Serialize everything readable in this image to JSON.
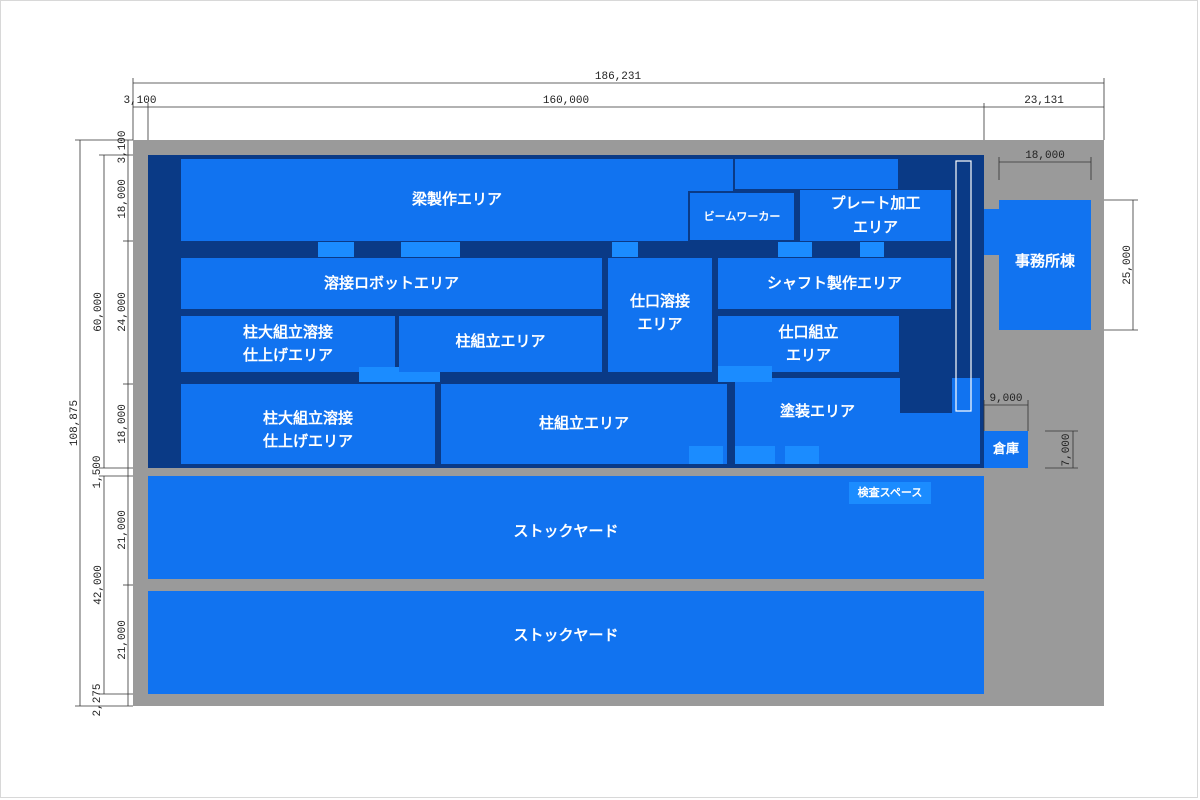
{
  "colors": {
    "site": "#9a9a9a",
    "building_dark": "#0a3a86",
    "zone": "#1173f0",
    "zone_light": "#1b8cff",
    "dim_line": "#333333",
    "label": "#ffffff"
  },
  "dimensions": {
    "top_total": "186,231",
    "top_left": "3,100",
    "top_mid": "160,000",
    "top_right": "23,131",
    "office_width": "18,000",
    "office_height": "25,000",
    "warehouse_width": "9,000",
    "warehouse_height": "7,000",
    "left_total": "108,875",
    "left_60000": "60,000",
    "left_42000": "42,000",
    "left_3100": "3,100",
    "left_18000_a": "18,000",
    "left_24000": "24,000",
    "left_18000_b": "18,000",
    "left_1500": "1,500",
    "left_21000_a": "21,000",
    "left_21000_b": "21,000",
    "left_2275": "2,275"
  },
  "zones": {
    "beam_fab": "梁製作エリア",
    "beam_worker": "ビームワーカー",
    "plate": "プレート加工\nエリア",
    "welding_robot": "溶接ロボットエリア",
    "joint_welding": "仕口溶接\nエリア",
    "shaft": "シャフト製作エリア",
    "column_weld_1": "柱大組立溶接\n仕上げエリア",
    "column_assy_1": "柱組立エリア",
    "joint_assy": "仕口組立\nエリア",
    "column_weld_2": "柱大組立溶接\n仕上げエリア",
    "column_assy_2": "柱組立エリア",
    "painting": "塗装エリア",
    "office": "事務所棟",
    "warehouse": "倉庫",
    "inspection": "検査スペース",
    "stockyard_1": "ストックヤード",
    "stockyard_2": "ストックヤード"
  }
}
